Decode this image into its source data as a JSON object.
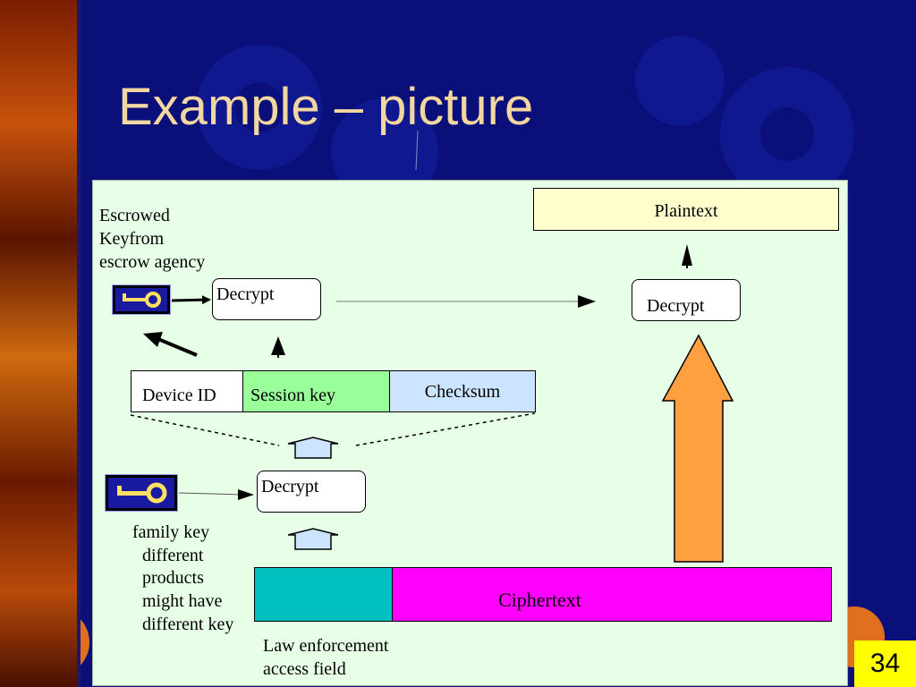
{
  "slide": {
    "title": "Example – picture",
    "page_number": "34"
  },
  "diagram": {
    "escrowed_label": [
      "Escrowed",
      "Keyfrom",
      "escrow agency"
    ],
    "decrypt_top": "Decrypt",
    "decrypt_right": "Decrypt",
    "decrypt_mid": "Decrypt",
    "plaintext": "Plaintext",
    "device_id": "Device ID",
    "session_key": "Session key",
    "checksum": "Checksum",
    "family_key_label": [
      "family key",
      "different",
      "products",
      "might have",
      "different key"
    ],
    "ciphertext": "Ciphertext",
    "law_field_label": [
      "Law enforcement",
      "access field"
    ]
  },
  "colors": {
    "background": "#0a0f7a",
    "title": "#f2d7a0",
    "panel": "#e6ffe6",
    "plaintext_box": "#ffffcc",
    "session_key_box": "#99ff99",
    "checksum_box": "#cce4ff",
    "law_field_box": "#00c0c0",
    "ciphertext_box": "#ff00ff",
    "big_arrow": "#ffa040",
    "key_icon": "#1a1aa0",
    "page_number_bg": "#ffff00"
  }
}
